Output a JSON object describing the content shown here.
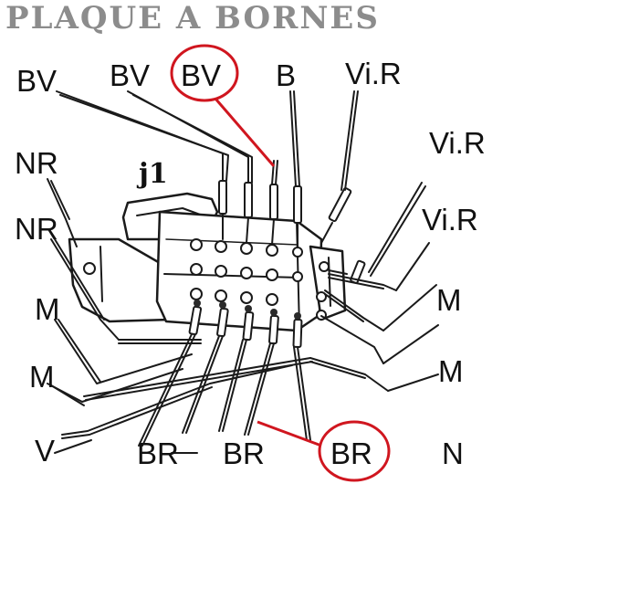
{
  "title": "PLAQUE A BORNES",
  "component_id": "j1",
  "labels": {
    "top_bv_1": "BV",
    "top_bv_2": "BV",
    "top_bv_circled": "BV",
    "top_b": "B",
    "top_vir": "Vi.R",
    "right_vir_1": "Vi.R",
    "right_vir_2": "Vi.R",
    "right_m_1": "M",
    "right_m_2": "M",
    "right_n": "N",
    "left_nr_1": "NR",
    "left_nr_2": "NR",
    "left_m_1": "M",
    "left_m_2": "M",
    "left_v": "V",
    "bottom_br_1": "BR",
    "bottom_br_2": "BR",
    "bottom_br_circled": "BR"
  },
  "colors": {
    "highlight": "#d0161f",
    "ink": "#1a1a1a",
    "title": "#8c8c8c"
  }
}
